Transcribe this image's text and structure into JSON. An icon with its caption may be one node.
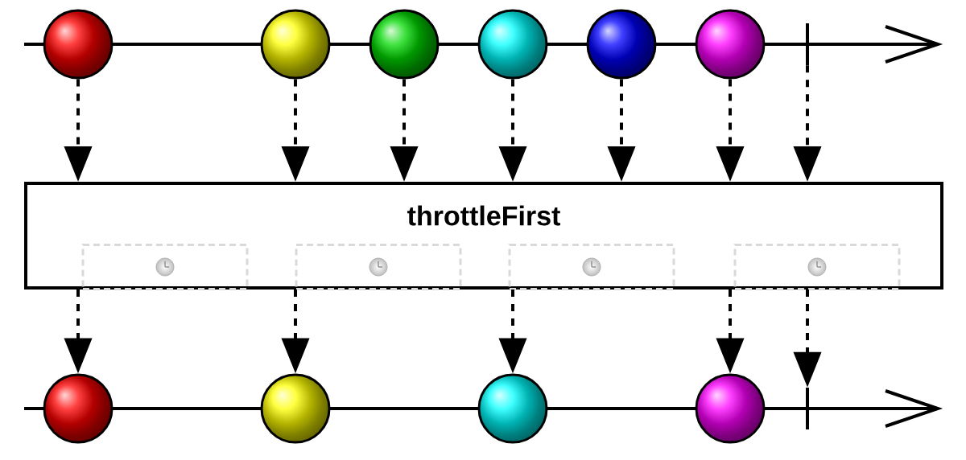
{
  "diagram": {
    "nodes": [
      {
        "text": [],
        "shape": "circle"
      },
      {
        "text": [],
        "shape": "circle"
      },
      {
        "text": [],
        "shape": "circle"
      },
      {
        "text": [],
        "shape": "circle"
      },
      {
        "text": [],
        "shape": "circle"
      },
      {
        "text": [],
        "shape": "circle"
      },
      {
        "text": [],
        "shape": "bar"
      },
      {
        "text": [
          "throttleFirst"
        ]
      },
      {
        "text": [],
        "shape": "box",
        "in": 7
      },
      {
        "text": [],
        "shape": "box",
        "in": 7
      },
      {
        "text": [],
        "shape": "box",
        "in": 7
      },
      {
        "text": [],
        "shape": "box",
        "in": 7
      },
      {
        "text": [],
        "shape": "circle"
      },
      {
        "text": [],
        "shape": "circle"
      },
      {
        "text": [],
        "shape": "circle"
      },
      {
        "text": [],
        "shape": "circle"
      },
      {
        "text": [],
        "shape": "bar"
      }
    ],
    "edges": [
      {
        "from": 0,
        "to": 7,
        "arrow": "to",
        "style": "dashed"
      },
      {
        "from": 1,
        "to": 7,
        "arrow": "to",
        "style": "dashed"
      },
      {
        "from": 2,
        "to": 7,
        "arrow": "to",
        "style": "dashed"
      },
      {
        "from": 3,
        "to": 7,
        "arrow": "to",
        "style": "dashed"
      },
      {
        "from": 4,
        "to": 7,
        "arrow": "to",
        "style": "dashed"
      },
      {
        "from": 5,
        "to": 7,
        "arrow": "to",
        "style": "dashed"
      },
      {
        "from": 6,
        "to": 7,
        "arrow": "to",
        "style": "dashed"
      },
      {
        "from": 7,
        "to": 12,
        "arrow": "to",
        "style": "dashed"
      },
      {
        "from": 7,
        "to": 13,
        "arrow": "to",
        "style": "dashed"
      },
      {
        "from": 7,
        "to": 14,
        "arrow": "to",
        "style": "dashed"
      },
      {
        "from": 7,
        "to": 15,
        "arrow": "to",
        "style": "dashed"
      },
      {
        "from": 7,
        "to": 16,
        "arrow": "to",
        "style": "dashed"
      }
    ]
  }
}
